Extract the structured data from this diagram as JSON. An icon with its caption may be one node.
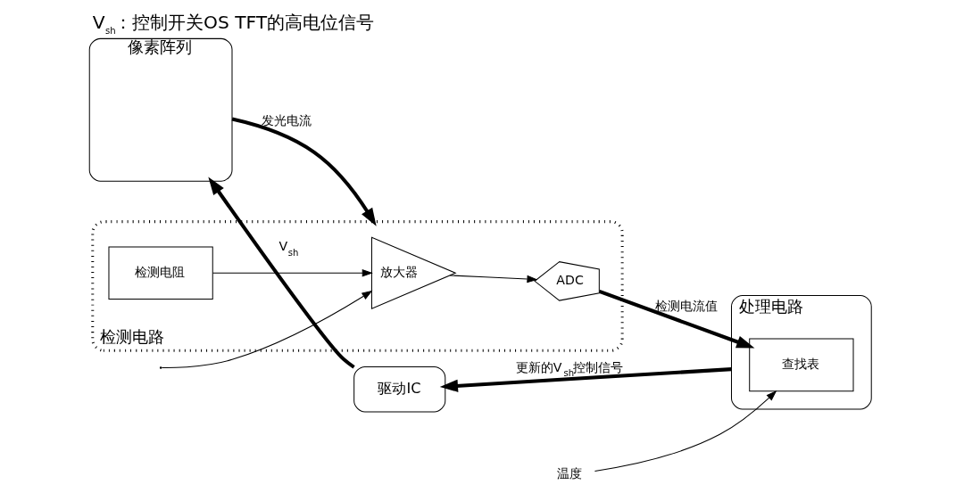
{
  "diagram": {
    "title": "V$_{sh}$：控制开关OS TFT的高电位信号",
    "nodes": [
      {
        "text": [
          "像素阵列"
        ]
      },
      {
        "text": [
          "驱动IC"
        ]
      },
      {
        "text": [
          "处理电路"
        ]
      },
      {
        "text": [
          "查找表"
        ],
        "in": 2
      },
      {
        "text": [
          "检测电路"
        ]
      },
      {
        "text": [
          "放大器"
        ],
        "in": 4
      },
      {
        "text": [
          "ADC"
        ],
        "in": 4
      },
      {
        "text": [
          "检测电阻"
        ],
        "in": 4
      },
      {
        "text": [
          "温度"
        ]
      }
    ],
    "edges": [
      {
        "from": 1,
        "to": 0,
        "arrow": "to",
        "label": "V$_{sh}$",
        "style": "thick"
      },
      {
        "from": 2,
        "to": 1,
        "arrow": "to",
        "label": "更新的V$_{sh}$控制信号",
        "style": "thick"
      },
      {
        "from": 0,
        "to": 4,
        "arrow": "to",
        "label": "发光电流",
        "style": "thick"
      },
      {
        "from": null,
        "to": 5,
        "arrow": "to"
      },
      {
        "from": 7,
        "to": 5,
        "arrow": "to"
      },
      {
        "from": 5,
        "to": 6,
        "arrow": "to"
      },
      {
        "from": 6,
        "to": 3,
        "arrow": "to",
        "label": "检测电流值",
        "style": "thick"
      },
      {
        "from": 8,
        "to": 3,
        "arrow": "to"
      }
    ]
  }
}
